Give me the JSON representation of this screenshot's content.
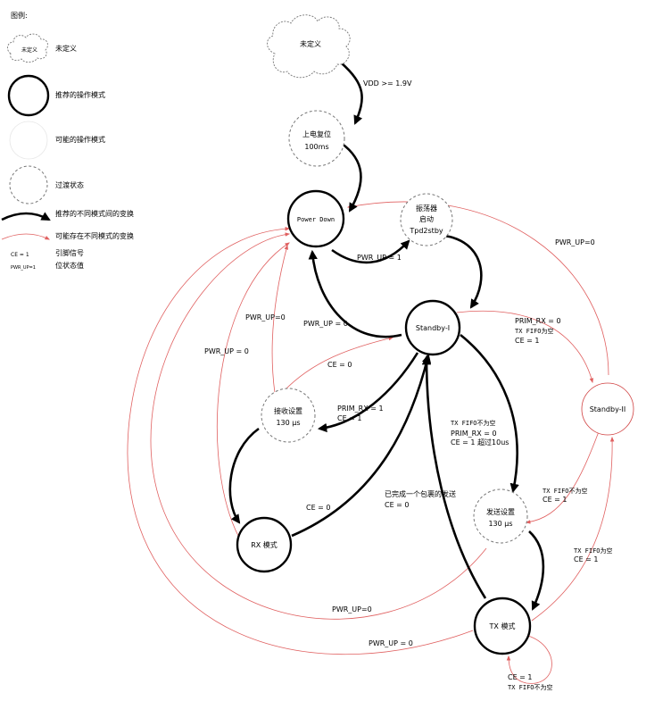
{
  "legend": {
    "title": "图例:",
    "cloud_text": "未定义",
    "undefined": "未定义",
    "recommended_mode": "推荐的操作模式",
    "possible_mode": "可能的操作模式",
    "transition_state": "过渡状态",
    "recommended_transition": "推荐的不同模式间的变换",
    "possible_transition": "可能存在不同模式的变换",
    "pin_sample": "CE = 1",
    "pin_signal": "引脚信号",
    "bit_sample": "PWR_UP=1",
    "bit_value": "位状态值"
  },
  "states": {
    "undefined": "未定义",
    "power_on_reset": [
      "上电复位",
      "100ms"
    ],
    "power_down": "Power Down",
    "oscillator": [
      "振荡器",
      "启动",
      "Tpd2stby"
    ],
    "standby1": "Standby-I",
    "standby2": "Standby-II",
    "rx_setup": [
      "接收设置",
      "130 μs"
    ],
    "tx_setup": [
      "发送设置",
      "130 μs"
    ],
    "rx_mode": "RX 模式",
    "tx_mode": "TX 模式"
  },
  "transitions": {
    "vdd": "VDD >= 1.9V",
    "pd_to_osc": "PWR_UP = 1",
    "sb1_to_pd": "PWR_UP = 0",
    "sb2_to_pd": "PWR_UP=0",
    "rxs_to_pd": "PWR_UP=0",
    "rx_to_pd": "PWR_UP = 0",
    "rxs_to_sb1": "CE = 0",
    "sb1_to_rxs": [
      "PRIM_RX = 1",
      "CE = 1"
    ],
    "sb1_to_sb2": [
      "PRIM_RX = 0",
      "TX FIFO为空",
      "CE = 1"
    ],
    "sb1_to_txs": [
      "TX FIFO不为空",
      "PRIM_RX = 0",
      "CE = 1 超过10us"
    ],
    "rx_to_sb1": "CE = 0",
    "tx_to_sb1": [
      "已完成一个包裹的发送",
      "CE = 0"
    ],
    "sb2_to_txs": [
      "TX FIFO不为空",
      "CE = 1"
    ],
    "tx_to_sb2": [
      "TX FIFO为空",
      "CE = 1"
    ],
    "txs_to_pd": "PWR_UP=0",
    "tx_to_pd": "PWR_UP = 0",
    "tx_self": [
      "CE = 1",
      "TX FIFO不为空"
    ]
  }
}
